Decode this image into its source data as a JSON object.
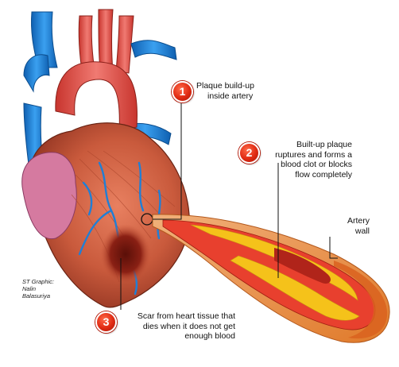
{
  "callouts": [
    {
      "number": "1",
      "lines": [
        "Plaque build-up",
        "inside artery"
      ]
    },
    {
      "number": "2",
      "lines": [
        "Built-up plaque",
        "ruptures and forms a",
        "blood clot or blocks",
        "flow completely"
      ]
    },
    {
      "number": "3",
      "lines": [
        "Scar from heart tissue that",
        "dies when it does not get",
        "enough blood"
      ]
    }
  ],
  "artery_label": [
    "Artery",
    "wall"
  ],
  "credit": [
    "ST Graphic:",
    "Nalin",
    "Balasuriya"
  ],
  "colors": {
    "badge_red": "#e02a12",
    "vein_blue": "#1f7fd6",
    "artery_red": "#e04a44",
    "muscle": "#c95a3c",
    "plaque_yellow": "#f5c21a",
    "artery_wall_orange": "#e08a2e"
  }
}
